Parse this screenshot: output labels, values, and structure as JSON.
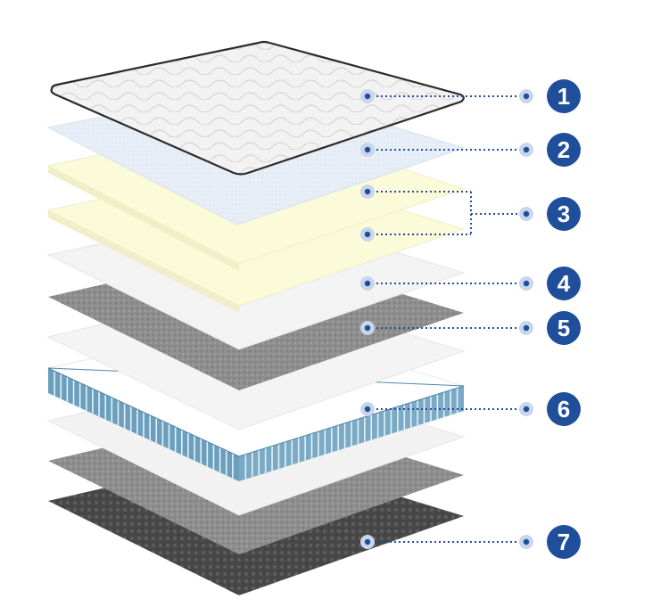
{
  "colors": {
    "badge": "#1f4f9a",
    "dot_halo": "#c9d6ea",
    "leader": "#1f4f9a",
    "cover": "#eeeeee",
    "fiber": "#dde7f3",
    "foam": "#fbfad9",
    "felt": "#f3f3f3",
    "grey_fabric": "#8d8d8d",
    "springs": "#6a9fbd",
    "base": "#4a4a4a"
  },
  "layers": [
    {
      "number": "1",
      "material": "quilted-cover"
    },
    {
      "number": "2",
      "material": "fiber-pad"
    },
    {
      "number": "3",
      "material": "foam-pair"
    },
    {
      "number": "4",
      "material": "felt-sheet"
    },
    {
      "number": "5",
      "material": "grey-fabric"
    },
    {
      "number": "6",
      "material": "pocket-springs"
    },
    {
      "number": "7",
      "material": "base-fabric"
    }
  ]
}
